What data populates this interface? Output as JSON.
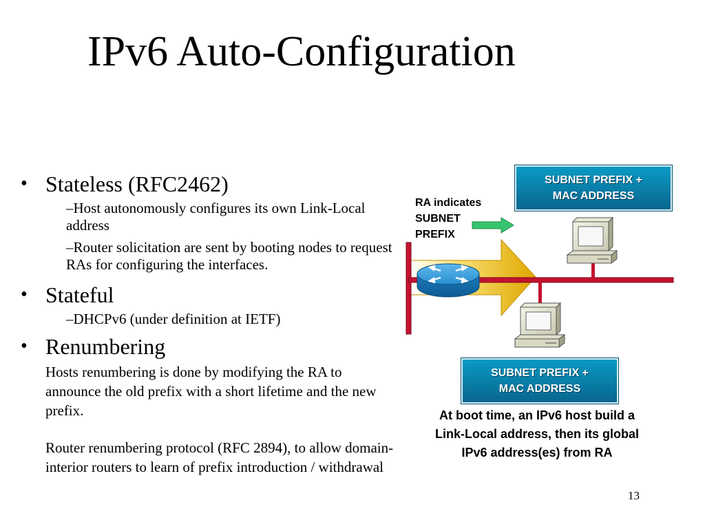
{
  "title": "IPv6 Auto-Configuration",
  "bullets": {
    "stateless": {
      "label": "Stateless (RFC2462)",
      "subs": [
        "–Host autonomously configures its own Link-Local address",
        "–Router solicitation are sent by booting nodes to request RAs for configuring the interfaces."
      ]
    },
    "stateful": {
      "label": "Stateful",
      "subs": [
        "–DHCPv6 (under definition at IETF)"
      ]
    },
    "renumbering": {
      "label": "Renumbering",
      "paragraphs": [
        "Hosts renumbering is done by modifying the RA to announce the old prefix with a short lifetime and the new prefix.",
        "Router renumbering protocol (RFC 2894), to allow domain-interior routers to learn of prefix introduction / withdrawal"
      ]
    }
  },
  "diagram": {
    "ra_label": [
      "RA indicates",
      "SUBNET",
      "PREFIX"
    ],
    "box_top": [
      "SUBNET PREFIX +",
      "MAC ADDRESS"
    ],
    "box_bottom": [
      "SUBNET PREFIX +",
      "MAC ADDRESS"
    ],
    "caption": "At boot time, an IPv6 host build a Link-Local address, then its global IPv6 address(es) from RA"
  },
  "colors": {
    "ethernet": "#c4122f",
    "arrow": "#f2b800",
    "router": "#2a8fd0",
    "box": "#0a7fb0",
    "small_arrow": "#36c46e"
  },
  "page_number": "13"
}
